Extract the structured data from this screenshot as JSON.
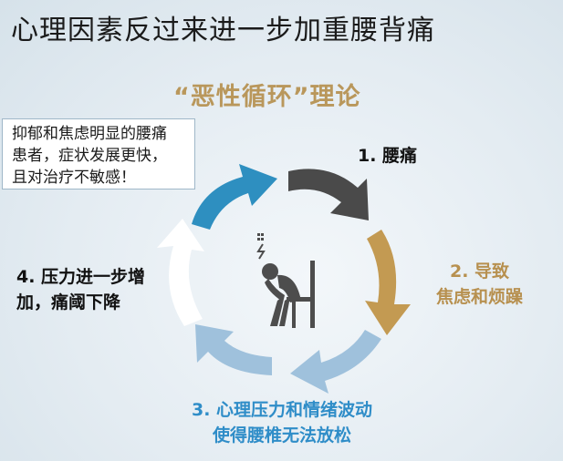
{
  "page": {
    "title": "心理因素反过来进一步加重腰背痛",
    "subtitle": "“恶性循环”理论"
  },
  "note": {
    "lines": [
      "抑郁和焦虑明显的腰痛",
      "患者，症状发展更快，",
      "且对治疗不敏感！"
    ]
  },
  "cycle": {
    "steps": [
      {
        "lines": [
          "1. 腰痛"
        ],
        "color": "#4a4a4a"
      },
      {
        "lines": [
          "2. 导致",
          "焦虑和烦躁"
        ],
        "color": "#c39a52"
      },
      {
        "lines": [
          "3. 心理压力和情绪波动",
          "使得腰椎无法放松"
        ],
        "color": "#9fc1dc"
      },
      {
        "lines": [
          "4. 压力进一步增",
          "加，痛阈下降"
        ],
        "color": "#ffffff"
      }
    ],
    "top_left_arrow_color": "#2e8fc0",
    "center_icon": "person-sitting-in-pain-icon"
  }
}
